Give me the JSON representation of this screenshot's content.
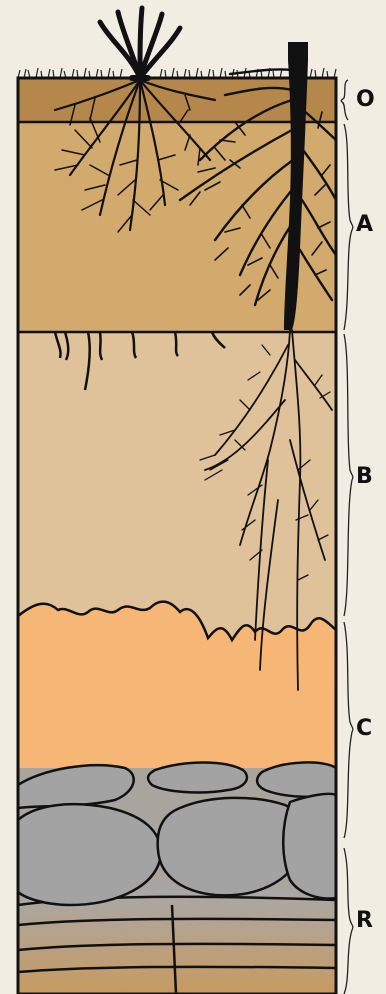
{
  "horizons": [
    {
      "id": "O",
      "label": "O",
      "color": "#b5874a"
    },
    {
      "id": "A",
      "label": "A",
      "color": "#d3aa6d"
    },
    {
      "id": "B",
      "label": "B",
      "color": "#dfc19a"
    },
    {
      "id": "C",
      "label": "C",
      "color": "#f5b676"
    },
    {
      "id": "R",
      "label": "R",
      "color": "#a9a59e"
    }
  ],
  "colors": {
    "background": "#f1ede3",
    "outline": "#111111",
    "roots": "#111111",
    "rock_fill": "#a3a3a3",
    "bedrock_gradient_top": "#a8a8a8",
    "bedrock_gradient_bottom": "#c89a60"
  },
  "icons": {
    "plant": "grass-tuft-icon",
    "tree": "tree-trunk-icon"
  }
}
